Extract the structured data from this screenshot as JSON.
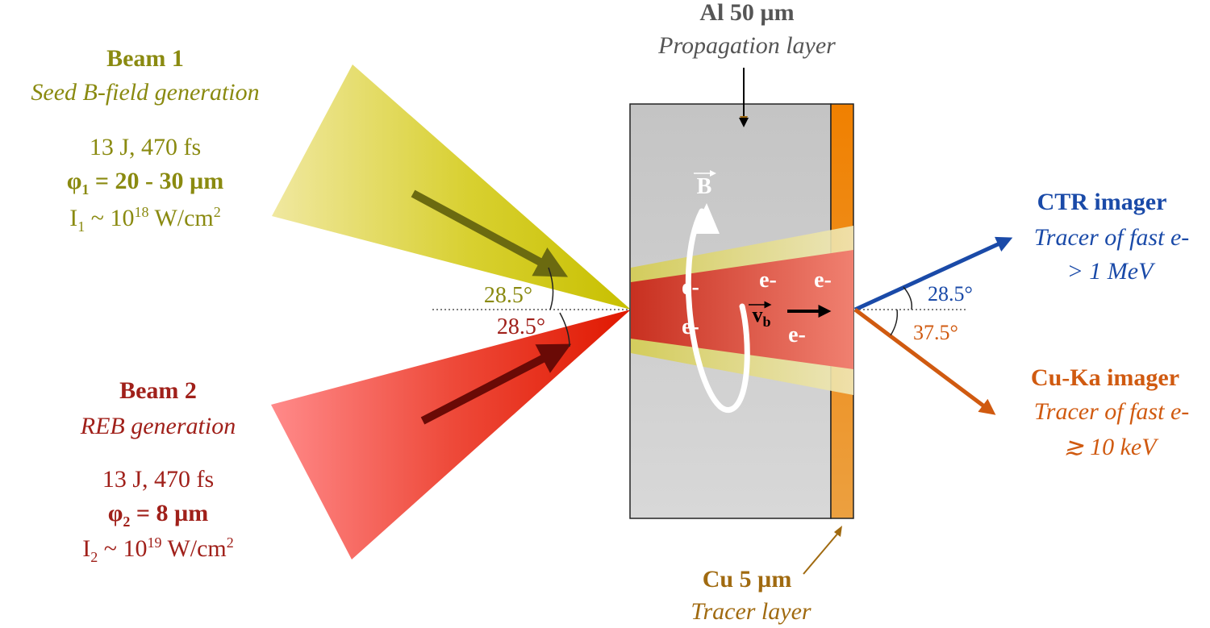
{
  "top_label": {
    "title": "Al 50 µm",
    "subtitle": "Propagation layer"
  },
  "bottom_label": {
    "title": "Cu 5 µm",
    "subtitle": "Tracer layer"
  },
  "beam1": {
    "title": "Beam 1",
    "subtitle": "Seed B-field generation",
    "energy": "13 J, 470 fs",
    "phi_symbol": "φ",
    "phi_sub": "1",
    "phi_value": " = 20 - 30 µm",
    "intensity_prefix": "I",
    "intensity_sub": "1",
    "intensity_mid": " ~ 10",
    "intensity_exp": "18",
    "intensity_unit": " W/cm",
    "intensity_unit_exp": "2",
    "angle": "28.5°"
  },
  "beam2": {
    "title": "Beam 2",
    "subtitle": "REB generation",
    "energy": "13 J, 470 fs",
    "phi_symbol": "φ",
    "phi_sub": "2",
    "phi_value": " = 8 µm",
    "intensity_prefix": "I",
    "intensity_sub": "2",
    "intensity_mid": " ~ 10",
    "intensity_exp": "19",
    "intensity_unit": " W/cm",
    "intensity_unit_exp": "2",
    "angle": "28.5°"
  },
  "ctr": {
    "title": "CTR imager",
    "line1": "Tracer of fast e-",
    "line2": "> 1 MeV",
    "angle": "28.5°"
  },
  "cuka": {
    "title": "Cu-Ka imager",
    "line1": "Tracer of fast e-",
    "line2": "≳ 10 keV",
    "angle": "37.5°"
  },
  "target": {
    "b_field": "B",
    "vb_main": "v",
    "vb_sub": "b",
    "electron": "e-"
  },
  "colors": {
    "beam1": "#d6d020",
    "beam2": "#e82000",
    "al_layer": "#c8c8c8",
    "cu_layer": "#ee8a10",
    "ctr": "#1a4aa8",
    "cuka": "#d05a10"
  }
}
